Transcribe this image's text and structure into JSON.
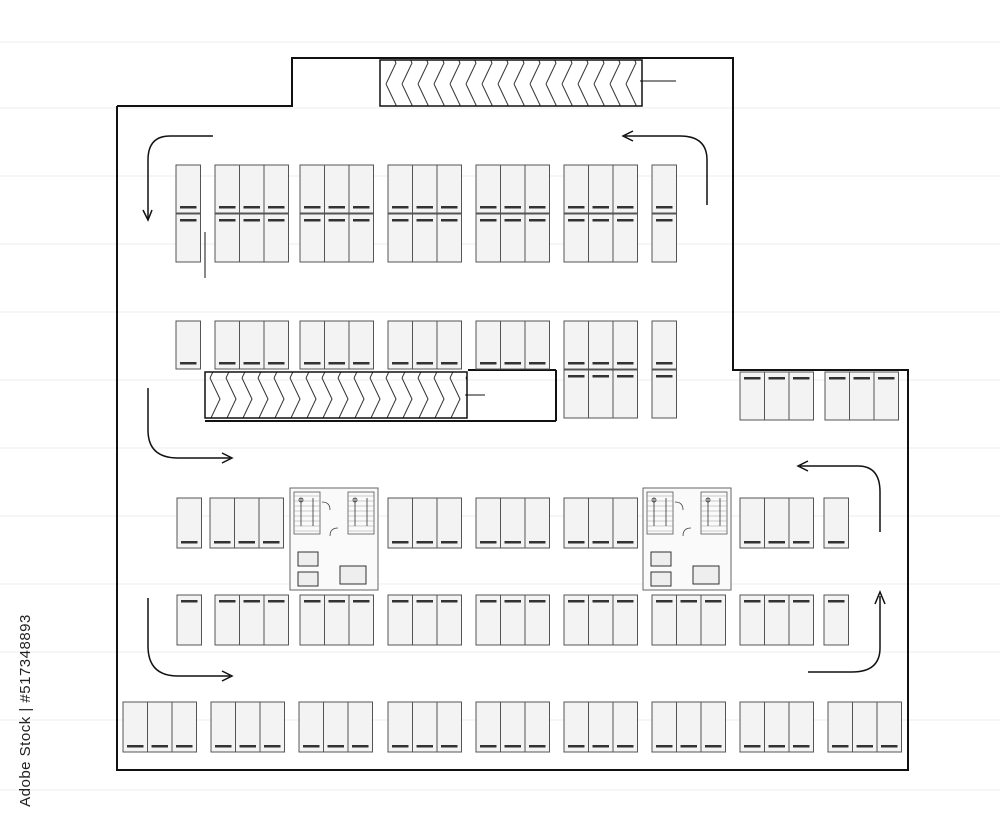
{
  "image_id_label": "Adobe Stock | #517348893",
  "colors": {
    "background": "#ffffff",
    "wall": "#111111",
    "stall_fill": "#f3f3f3",
    "stall_line": "#555555",
    "wheel_stop": "#333333",
    "watermark": "#e6e6e6"
  },
  "legend_elements": [
    "parking-stall",
    "ramp",
    "stairwell",
    "elevator",
    "traffic-arrow"
  ]
}
